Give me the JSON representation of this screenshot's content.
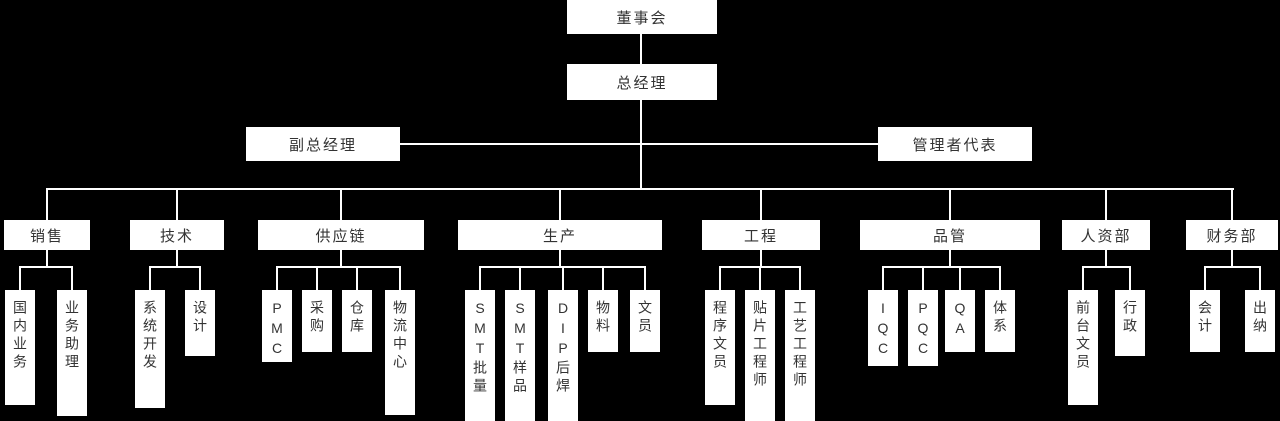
{
  "org": {
    "board": "董事会",
    "general_manager": "总经理",
    "deputy_general_manager": "副总经理",
    "management_representative": "管理者代表",
    "departments": [
      {
        "label": "销售",
        "children": [
          "国内业务",
          "业务助理"
        ]
      },
      {
        "label": "技术",
        "children": [
          "系统开发",
          "设计"
        ]
      },
      {
        "label": "供应链",
        "children": [
          "PMC",
          "采购",
          "仓库",
          "物流中心"
        ]
      },
      {
        "label": "生产",
        "children": [
          "SMT批量",
          "SMT样品",
          "DIP后焊",
          "物料",
          "文员"
        ]
      },
      {
        "label": "工程",
        "children": [
          "程序文员",
          "贴片工程师",
          "工艺工程师"
        ]
      },
      {
        "label": "品管",
        "children": [
          "IQC",
          "PQC",
          "QA",
          "体系"
        ]
      },
      {
        "label": "人资部",
        "children": [
          "前台文员",
          "行政"
        ]
      },
      {
        "label": "财务部",
        "children": [
          "会计",
          "出纳"
        ]
      }
    ],
    "colors": {
      "background": "#000000",
      "node_fill": "#ffffff",
      "node_text": "#333333",
      "line": "#ffffff"
    }
  }
}
